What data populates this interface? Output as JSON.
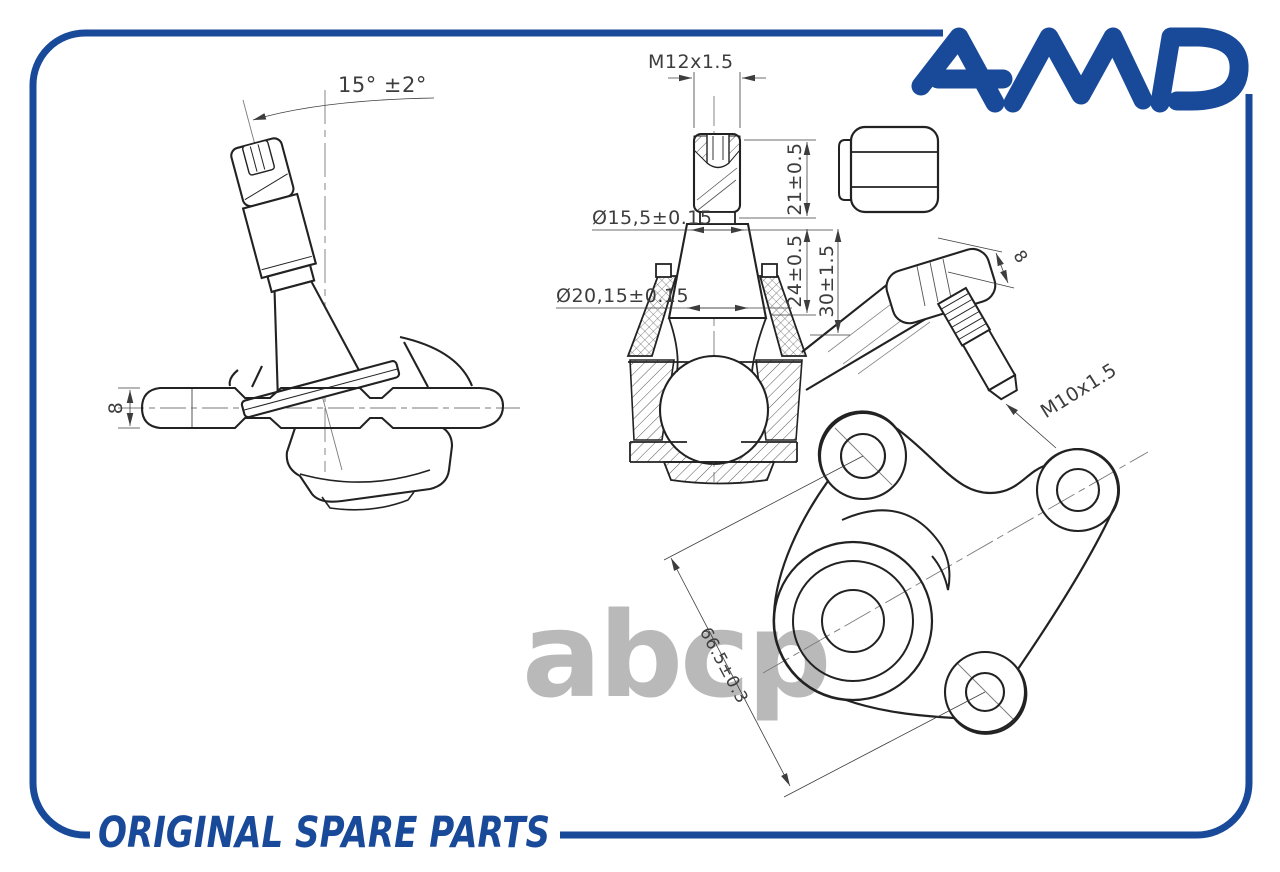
{
  "brand": {
    "logo_text": "AMD",
    "tagline": "ORIGINAL SPARE PARTS"
  },
  "watermark": {
    "text": "abcp"
  },
  "colors": {
    "accent_blue": "#184a99",
    "line_black": "#222222",
    "dim_gray": "#3d3d3d",
    "watermark_gray": "#b9b9b9"
  },
  "views": {
    "side_view": {
      "angle_dim": "15° ±2°",
      "arm_thickness_dim": "8"
    },
    "section_view": {
      "thread_dim": "M12x1.5",
      "upper_taper_dia_dim": "Ø15,5±0.15",
      "lower_taper_dia_dim": "Ø20,15±0.15",
      "thread_length_dim": "21±0.5",
      "taper_length_dim": "24±0.5",
      "stud_length_dim": "30±1.5"
    },
    "bracket_view": {
      "stud_offset_dim": "8",
      "stud_thread_dim": "M10x1.5",
      "hole_distance_dim": "66.5±0.3"
    }
  }
}
